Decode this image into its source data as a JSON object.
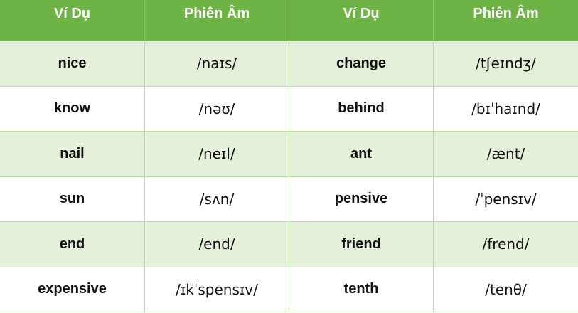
{
  "header": {
    "col1": "Ví Dụ",
    "col2": "Phiên Âm",
    "col3": "Ví Dụ",
    "col4": "Phiên Âm"
  },
  "rows": [
    {
      "w1": "nice",
      "p1": "/naɪs/",
      "w2": "change",
      "p2": "/tʃeɪndʒ/"
    },
    {
      "w1": "know",
      "p1": "/nəʊ/",
      "w2": "behind",
      "p2": "/bɪˈhaɪnd/"
    },
    {
      "w1": "nail",
      "p1": "/neɪl/",
      "w2": "ant",
      "p2": "/ænt/"
    },
    {
      "w1": "sun",
      "p1": "/sʌn/",
      "w2": "pensive",
      "p2": "/ˈpensɪv/"
    },
    {
      "w1": "end",
      "p1": "/end/",
      "w2": "friend",
      "p2": "/frend/"
    },
    {
      "w1": "expensive",
      "p1": "/ɪkˈspensɪv/",
      "w2": "tenth",
      "p2": "/tenθ/"
    }
  ],
  "colors": {
    "header_bg": "#6db345",
    "row_shade": "#e4f0da",
    "grid": "#b9dca4"
  }
}
